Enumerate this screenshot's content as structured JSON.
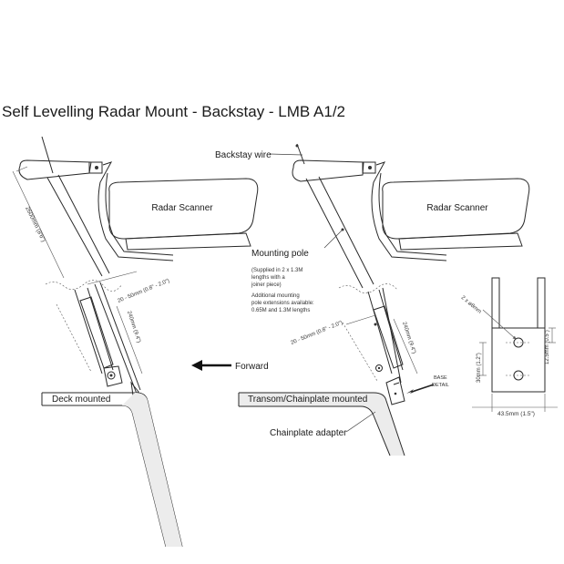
{
  "title": "Self Levelling Radar Mount - Backstay - LMB A1/2",
  "labels": {
    "radar_scanner_left": "Radar Scanner",
    "radar_scanner_right": "Radar Scanner",
    "backstay_wire": "Backstay wire",
    "mounting_pole": "Mounting pole",
    "supplied_note_1": "(Supplied in 2 x 1.3M",
    "supplied_note_2": "lengths with a",
    "supplied_note_3": "joiner piece)",
    "extension_note_1": "Additional mounting",
    "extension_note_2": "pole extensions available:",
    "extension_note_3": "0.65M and 1.3M lengths",
    "forward": "Forward",
    "deck_mounted": "Deck mounted",
    "transom_mounted": "Transom/Chainplate mounted",
    "chainplate_adapter": "Chainplate adapter",
    "base_detail_1": "BASE",
    "base_detail_2": "DETAIL"
  },
  "dimensions": {
    "pole_length": "2600mm (8'6\")",
    "range_left": "20 - 50mm (0.8\" - 2.0\")",
    "range_right": "20 - 50mm (0.8\" - 2.0\")",
    "adapter_left": "240mm (9.4\")",
    "adapter_right": "240mm (9.4\")",
    "holes": "2 x ø8mm",
    "hole_spacing": "30mm (1.2\")",
    "edge_offset": "12.5mm (0.5\")",
    "base_width": "43.5mm (1.5\")"
  }
}
